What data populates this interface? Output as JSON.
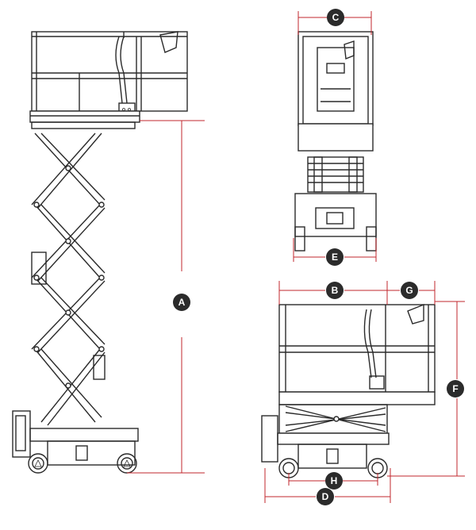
{
  "diagram": {
    "colors": {
      "dimension_line": "#c0272d",
      "machine_line": "#2a2a2a",
      "badge_fill": "#2b2b2b",
      "badge_text": "#ffffff",
      "background": "#ffffff"
    },
    "dimension_labels": {
      "A": "A",
      "B": "B",
      "C": "C",
      "D": "D",
      "E": "E",
      "F": "F",
      "G": "G",
      "H": "H"
    },
    "views": [
      "side-elevation-raised",
      "rear-elevation-raised",
      "side-elevation-stowed"
    ]
  }
}
